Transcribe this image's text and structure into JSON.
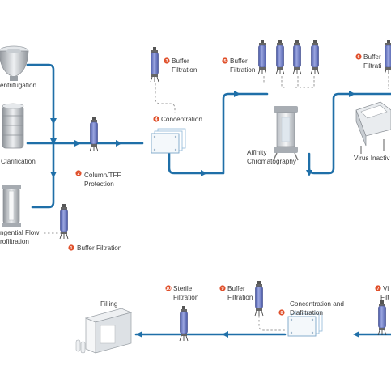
{
  "colors": {
    "pipe": "#1f6fa8",
    "badge": "#e0502b",
    "filter_body": "#6f7ec2",
    "label": "#3a3a3a",
    "dashed_link": "#9a9a9a"
  },
  "badges": {
    "b1": "1",
    "b2": "2",
    "b3": "3",
    "b4": "4",
    "b5": "5",
    "b6": "6",
    "b7": "7",
    "b8": "8",
    "b9": "9",
    "b10": "10"
  },
  "labels": {
    "centrifugation": "entrifugation",
    "clarification": "Clarification",
    "tff_line1": "ngential Flow",
    "tff_line2": "rofiltration",
    "buffer_filtration_left": "Buffer Filtration",
    "column_tff_line1": "Column/TFF",
    "column_tff_line2": "Protection",
    "buffer_top_line1": "Buffer",
    "buffer_top_line2": "Filtration",
    "concentration": "Concentration",
    "buffer_affinity_line1": "Buffer",
    "buffer_affinity_line2": "Filtration",
    "affinity_line1": "Affinity",
    "affinity_line2": "Chromatography",
    "buffer_right_line1": "Buffer",
    "buffer_right_line2": "Filtrati",
    "virus_inact": "Virus Inactiv",
    "filling": "Filling",
    "sterile_line1": "Sterile",
    "sterile_line2": "Filtration",
    "buffer_bottom_line1": "Buffer",
    "buffer_bottom_line2": "Filtration",
    "conc_diaf_line1": "Concentration and",
    "conc_diaf_line2": "Diafiltration",
    "vi_line1": "Vi",
    "vi_line2": "Filt"
  }
}
